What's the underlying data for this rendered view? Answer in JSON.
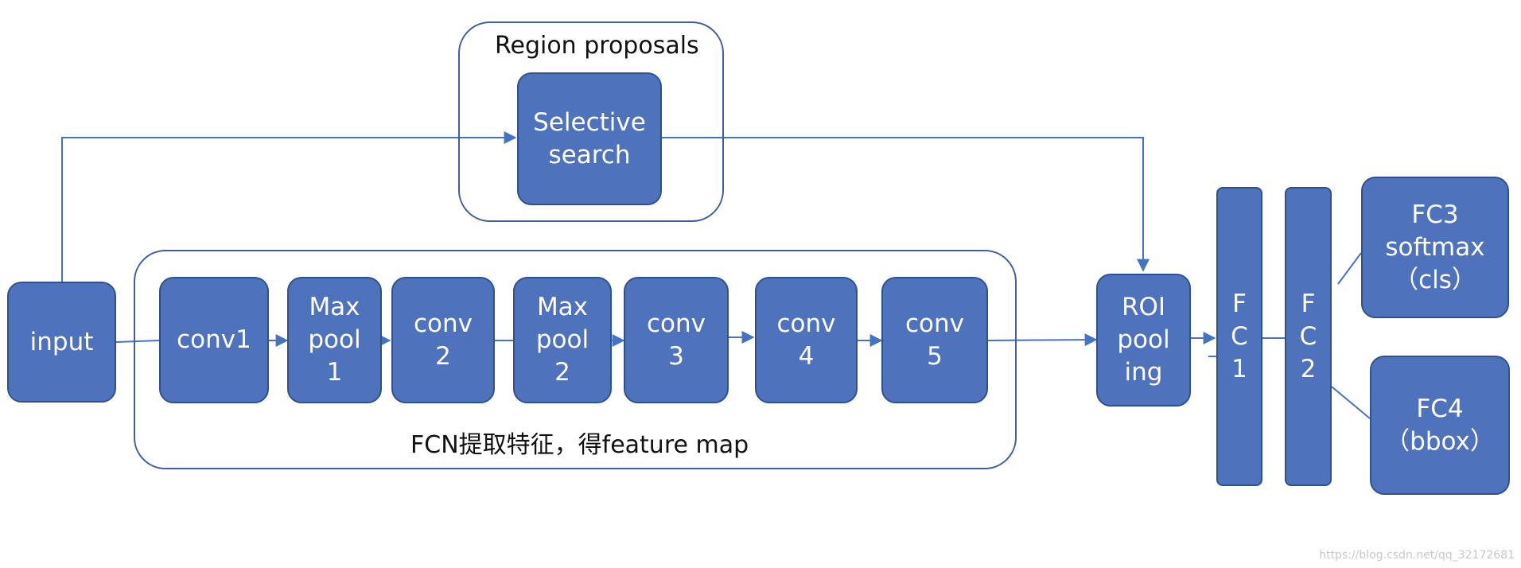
{
  "groups": {
    "region_proposals": "Region proposals",
    "fcn": "FCN提取特征，得feature map"
  },
  "nodes": {
    "selective_search": "Selective\nsearch",
    "input": "input",
    "conv1": "conv1",
    "maxpool1": "Max\npool\n1",
    "conv2": "conv\n2",
    "maxpool2": "Max\npool\n2",
    "conv3": "conv\n3",
    "conv4": "conv\n4",
    "conv5": "conv\n5",
    "roi_pooling": "ROI\npool\ning",
    "fc1": "F\nC\n1",
    "fc2": "F\nC\n2",
    "fc3": "FC3\nsoftmax\n（cls）",
    "fc4": "FC4\n（bbox）"
  },
  "watermark": "https://blog.csdn.net/qq_32172681",
  "colors": {
    "node_fill": "#4f72bd",
    "node_border": "#2f528f",
    "group_border": "#3f5f9e"
  }
}
